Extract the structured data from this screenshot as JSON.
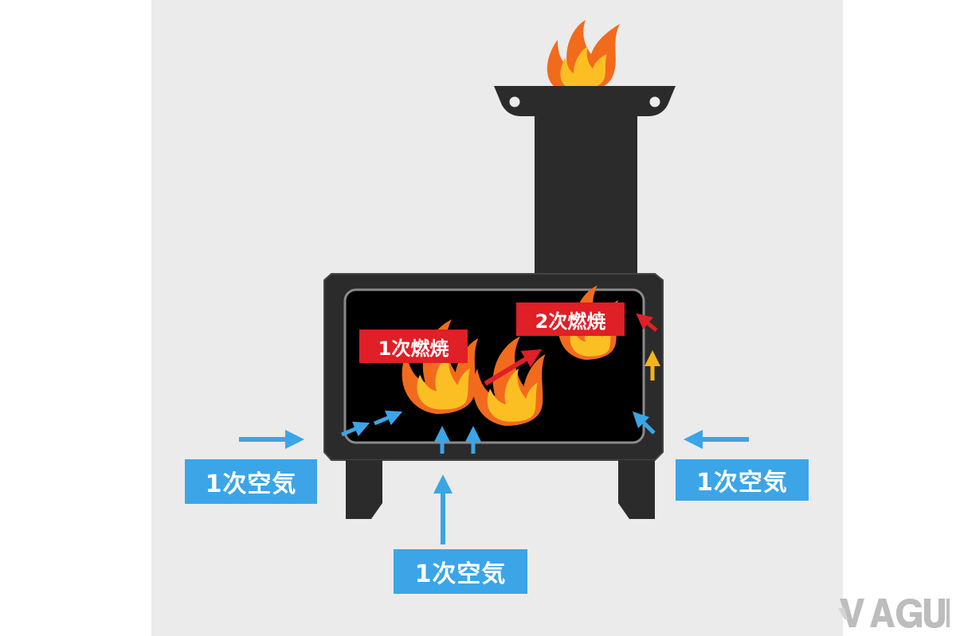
{
  "labels": {
    "primary_burn": "1次燃焼",
    "secondary_burn": "2次燃焼",
    "air_left": "1次空気",
    "air_bottom": "1次空気",
    "air_right": "1次空気"
  },
  "logo": {
    "text": "VAGUE"
  },
  "colors": {
    "background_panel": "#ebebeb",
    "stove_body": "#2b2b2b",
    "firebox": "#000000",
    "air_arrow": "#3ba5e8",
    "secondary_flow_arrow": "#e01f26",
    "rising_arrow": "#f2b31c",
    "flame_outer": "#f26b1d",
    "flame_inner": "#fbbf24"
  }
}
